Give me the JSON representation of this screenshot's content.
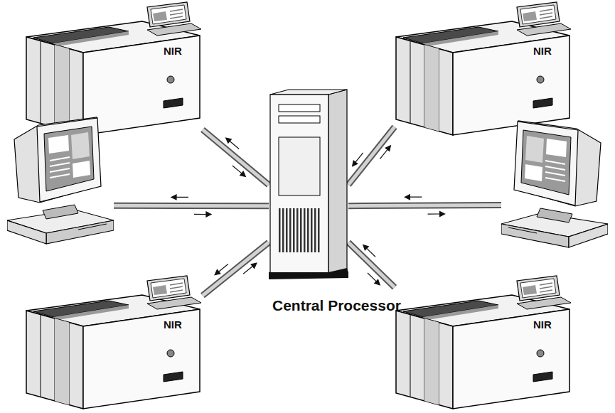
{
  "diagram": {
    "nodes": [
      {
        "text": [
          "NIR"
        ]
      },
      {
        "text": [
          "NIR"
        ]
      },
      {
        "text": []
      },
      {
        "text": [
          "Central Processor"
        ]
      },
      {
        "text": []
      },
      {
        "text": [
          "NIR"
        ]
      },
      {
        "text": [
          "NIR"
        ]
      }
    ],
    "edges": [
      {
        "from": 0,
        "to": 3,
        "arrow": "both"
      },
      {
        "from": 1,
        "to": 3,
        "arrow": "both"
      },
      {
        "from": 2,
        "to": 3,
        "arrow": "both"
      },
      {
        "from": 4,
        "to": 3,
        "arrow": "both"
      },
      {
        "from": 5,
        "to": 3,
        "arrow": "both"
      },
      {
        "from": 6,
        "to": 3,
        "arrow": "both"
      }
    ]
  }
}
